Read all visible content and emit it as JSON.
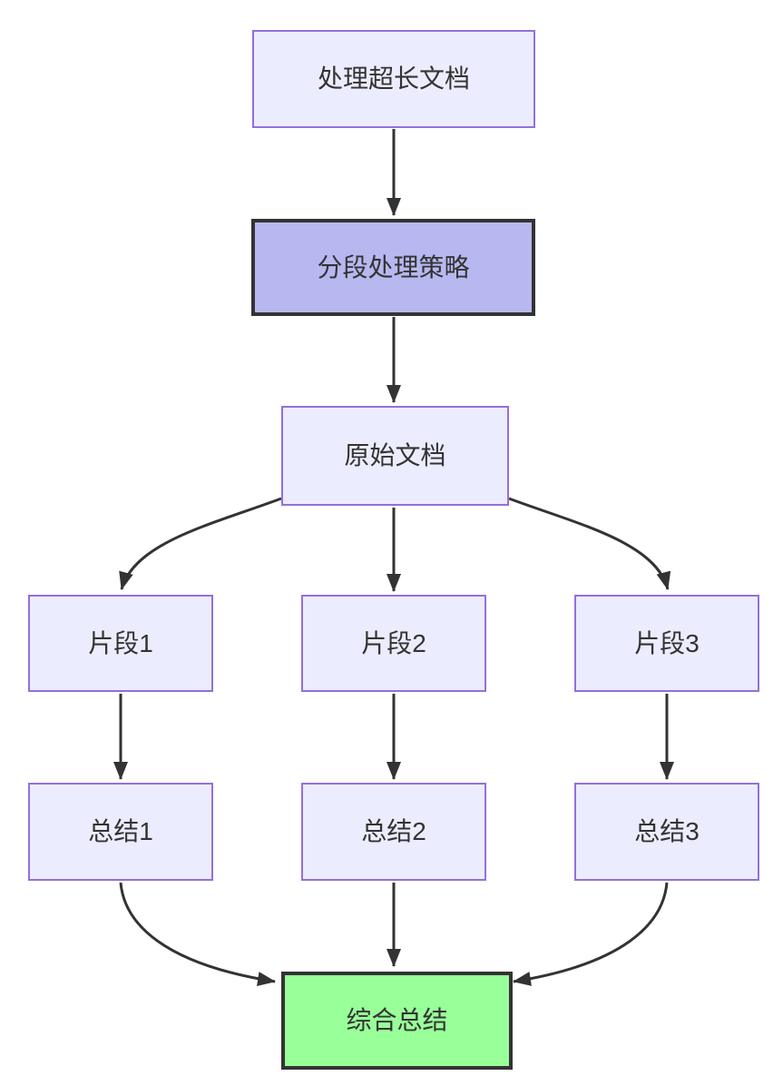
{
  "diagram": {
    "type": "flowchart",
    "direction": "top-down",
    "nodes": [
      {
        "id": "A",
        "label": "处理超长文档",
        "style": "default"
      },
      {
        "id": "B",
        "label": "分段处理策略",
        "style": "emphasis"
      },
      {
        "id": "C",
        "label": "原始文档",
        "style": "default"
      },
      {
        "id": "D1",
        "label": "片段1",
        "style": "default"
      },
      {
        "id": "D2",
        "label": "片段2",
        "style": "default"
      },
      {
        "id": "D3",
        "label": "片段3",
        "style": "default"
      },
      {
        "id": "E1",
        "label": "总结1",
        "style": "default"
      },
      {
        "id": "E2",
        "label": "总结2",
        "style": "default"
      },
      {
        "id": "E3",
        "label": "总结3",
        "style": "default"
      },
      {
        "id": "F",
        "label": "综合总结",
        "style": "success"
      }
    ],
    "edges": [
      {
        "from": "处理超长文档",
        "to": "分段处理策略"
      },
      {
        "from": "分段处理策略",
        "to": "原始文档"
      },
      {
        "from": "原始文档",
        "to": "片段1"
      },
      {
        "from": "原始文档",
        "to": "片段2"
      },
      {
        "from": "原始文档",
        "to": "片段3"
      },
      {
        "from": "片段1",
        "to": "总结1"
      },
      {
        "from": "片段2",
        "to": "总结2"
      },
      {
        "from": "片段3",
        "to": "总结3"
      },
      {
        "from": "总结1",
        "to": "综合总结"
      },
      {
        "from": "总结2",
        "to": "综合总结"
      },
      {
        "from": "总结3",
        "to": "综合总结"
      }
    ],
    "colors": {
      "background": "#ffffff",
      "node_fill": "#ececff",
      "node_border": "#9370db",
      "emphasis_fill": "#b8b8f0",
      "emphasis_border": "#333333",
      "success_fill": "#99ff99",
      "success_border": "#333333",
      "edge": "#333333",
      "text": "#333333"
    }
  }
}
